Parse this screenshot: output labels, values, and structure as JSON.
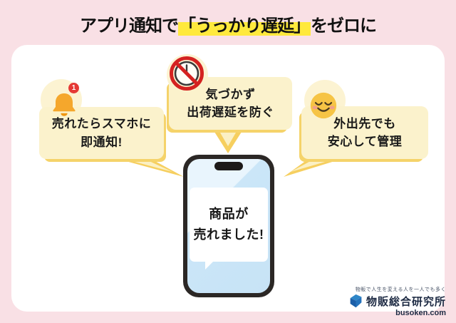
{
  "title": {
    "prefix": "アプリ通知で",
    "highlight": "「うっかり遅延」",
    "suffix": "をゼロに"
  },
  "bubbles": {
    "left": {
      "icon": "bell-notification-icon",
      "badge": "1",
      "text": "売れたらスマホに\n即通知!"
    },
    "center": {
      "icon": "no-shipping-delay-clock-icon",
      "text": "気づかず\n出荷遅延を防ぐ"
    },
    "right": {
      "icon": "relieved-smiley-icon",
      "text": "外出先でも\n安心して管理"
    }
  },
  "phone": {
    "notification": "商品が\n売れました!"
  },
  "footer_logo": {
    "icon": "busoken-cube-icon",
    "tagline": "物販で人生を変える人を一人でも多く",
    "company": "物販総合研究所",
    "site": "busoken.com"
  },
  "colors": {
    "background": "#F9E0E5",
    "card": "#FFFFFF",
    "bubble_fill": "#FBF2CC",
    "bubble_shadow": "#F5D36A",
    "title_highlight": "#FFE93C",
    "bell_orange": "#F5A72C",
    "badge_red": "#E53935",
    "clock_ring_red": "#D42220",
    "smiley_yellow": "#F6C445",
    "phone_frame": "#2B2725",
    "screen_blue": "#CBE6F8",
    "logo_blue": "#2472BC"
  }
}
